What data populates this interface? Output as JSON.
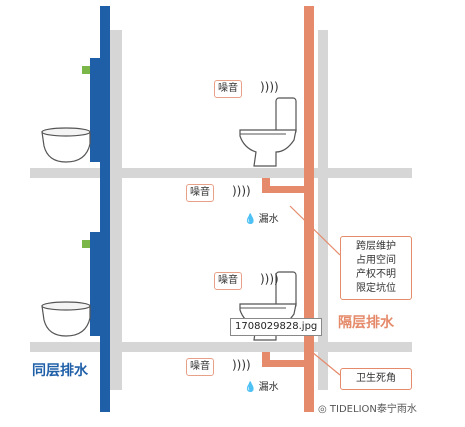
{
  "labels": {
    "noise_1": "噪音",
    "noise_2": "噪音",
    "noise_3": "噪音",
    "noise_4": "噪音",
    "leak_1": "漏水",
    "leak_2": "漏水",
    "note_cross_floor": [
      "跨层维护",
      "占用空间",
      "产权不明",
      "限定坑位"
    ],
    "note_dead_corner": "卫生死角",
    "same_floor_drainage": "同层排水",
    "cross_floor_drainage": "隔层排水",
    "filename": "1708029828.jpg",
    "watermark": "TIDELION泰宁雨水"
  },
  "colors": {
    "blue_pipe": "#1f5fa8",
    "orange_pipe": "#e58a6a",
    "same_floor_text": "#1f5fa8",
    "cross_floor_text": "#e58a6a",
    "structure_gray": "#d6d6d6"
  }
}
